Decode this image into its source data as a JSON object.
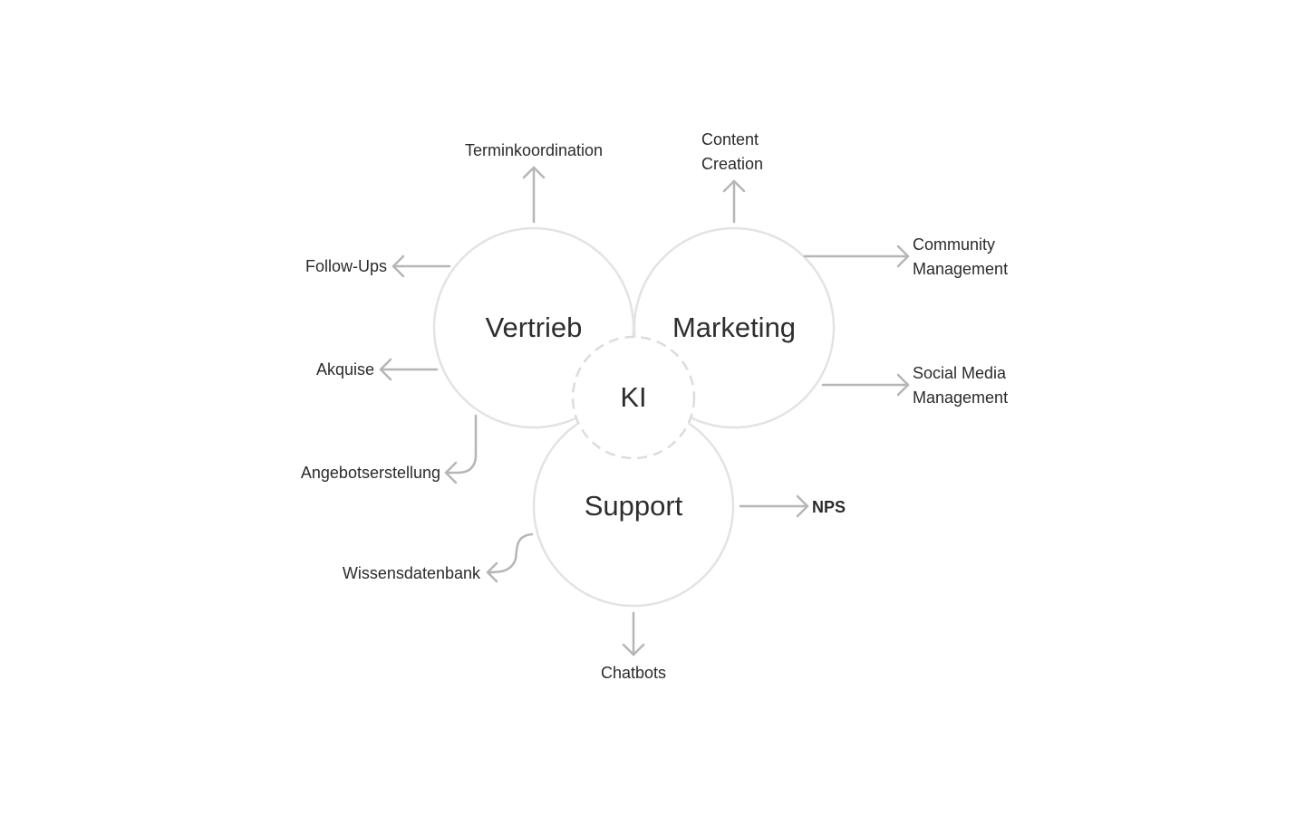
{
  "nodes": {
    "vertrieb": "Vertrieb",
    "marketing": "Marketing",
    "support": "Support",
    "ki": "KI"
  },
  "leaves": {
    "terminkoordination": "Terminkoordination",
    "follow_ups": "Follow-Ups",
    "akquise": "Akquise",
    "angebotserstellung": "Angebotserstellung",
    "content_creation": [
      "Content",
      "Creation"
    ],
    "community_management": [
      "Community",
      "Management"
    ],
    "social_media_management": [
      "Social Media",
      "Management"
    ],
    "nps": "NPS",
    "wissensdatenbank": "Wissensdatenbank",
    "chatbots": "Chatbots"
  },
  "colors": {
    "circle_stroke": "#e3e3e3",
    "arrow_stroke": "#b6b6b6",
    "text": "#2b2b2b"
  }
}
